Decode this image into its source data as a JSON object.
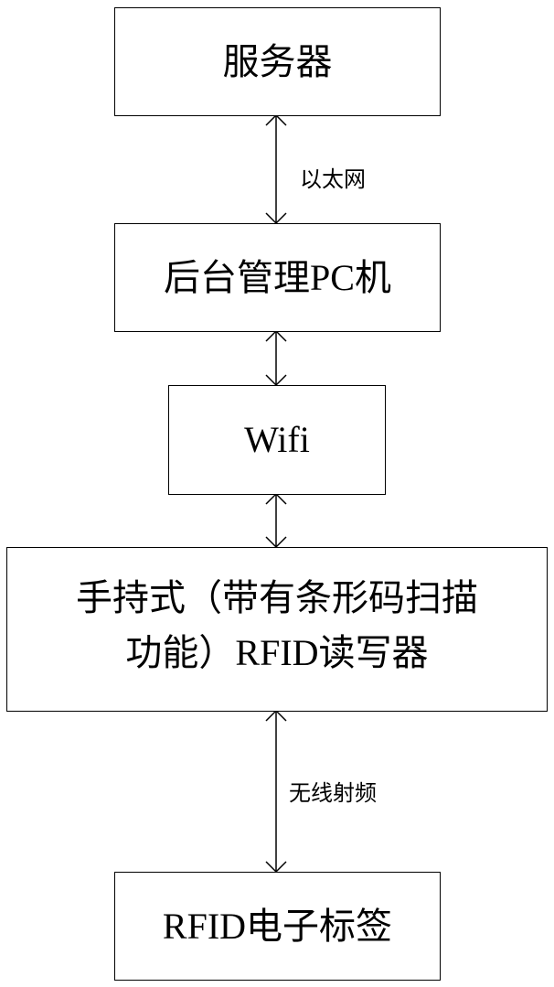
{
  "diagram": {
    "type": "flowchart",
    "direction": "top-to-bottom",
    "nodes": [
      {
        "id": "server",
        "label": "服务器"
      },
      {
        "id": "admin_pc",
        "label": "后台管理PC机"
      },
      {
        "id": "wifi",
        "label": "Wifi"
      },
      {
        "id": "reader",
        "label_line1": "手持式（带有条形码扫描",
        "label_line2": "功能）RFID读写器"
      },
      {
        "id": "tag",
        "label": "RFID电子标签"
      }
    ],
    "edges": [
      {
        "from": "server",
        "to": "admin_pc",
        "bidirectional": true,
        "label": "以太网"
      },
      {
        "from": "admin_pc",
        "to": "wifi",
        "bidirectional": true,
        "label": ""
      },
      {
        "from": "wifi",
        "to": "reader",
        "bidirectional": true,
        "label": ""
      },
      {
        "from": "reader",
        "to": "tag",
        "bidirectional": true,
        "label": "无线射频"
      }
    ],
    "colors": {
      "stroke": "#000000",
      "fill": "#ffffff",
      "text": "#000000"
    }
  }
}
